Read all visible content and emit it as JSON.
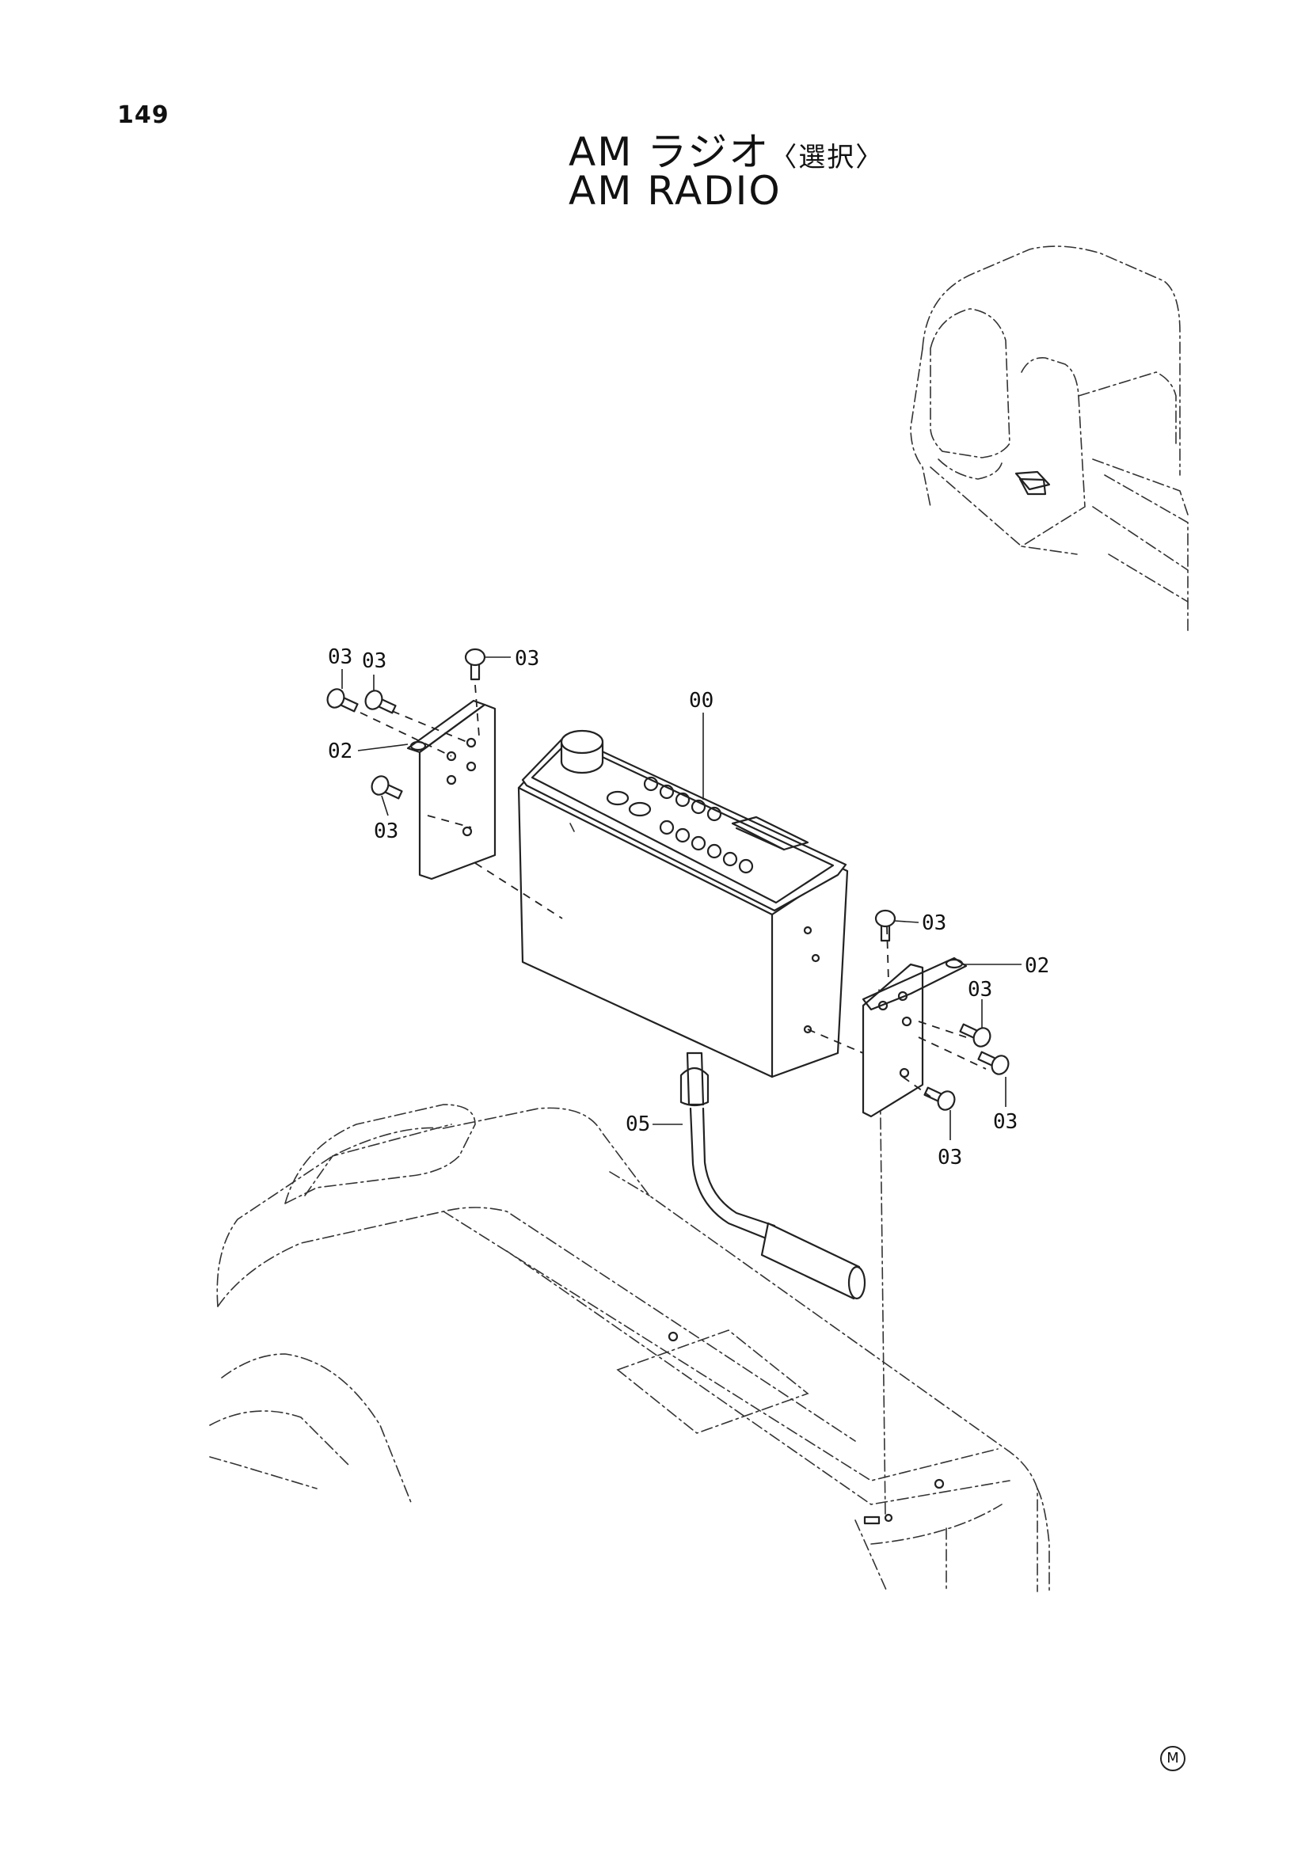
{
  "page_number": "149",
  "title": {
    "japanese": "AM ラジオ",
    "japanese_note": "〈選択〉",
    "english": "AM RADIO"
  },
  "parts": [
    {
      "label": "00",
      "name": "radio-unit"
    },
    {
      "label": "02",
      "name": "bracket-left"
    },
    {
      "label": "02",
      "name": "bracket-right"
    },
    {
      "label": "03",
      "name": "screw"
    },
    {
      "label": "05",
      "name": "antenna-cable"
    }
  ],
  "callouts": {
    "c00": "00",
    "c02a": "02",
    "c02b": "02",
    "c03a": "03",
    "c03b": "03",
    "c03c": "03",
    "c03d": "03",
    "c03e": "03",
    "c03f": "03",
    "c03g": "03",
    "c03h": "03",
    "c05": "05"
  },
  "footer_mark": "M"
}
